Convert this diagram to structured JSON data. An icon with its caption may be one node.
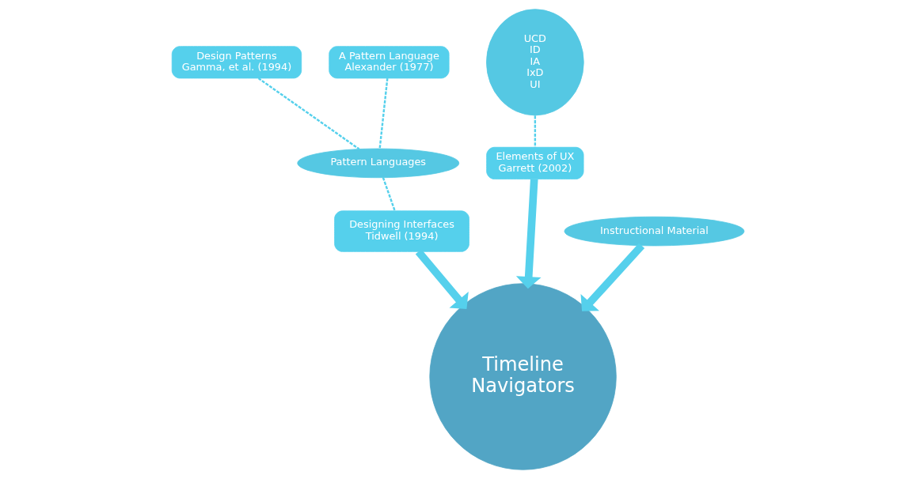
{
  "diagram": {
    "nodes": [
      {
        "text": [
          "Design Patterns",
          "Gamma, et al. (1994)"
        ]
      },
      {
        "text": [
          "A Pattern Language",
          "Alexander (1977)"
        ]
      },
      {
        "text": [
          "UCD",
          "ID",
          "IA",
          "IxD",
          "UI"
        ]
      },
      {
        "text": [
          "Pattern Languages"
        ]
      },
      {
        "text": [
          "Timeline Navigators"
        ]
      },
      {
        "text": [
          "Elements of UX",
          "Garrett (2002)"
        ]
      },
      {
        "text": [
          "Designing Interfaces",
          "Tidwell (1994)"
        ]
      },
      {
        "text": [
          "Instructional Material"
        ]
      }
    ],
    "edges": [
      {
        "from": 0,
        "to": 3,
        "arrow": "none",
        "style": "dashed"
      },
      {
        "from": 1,
        "to": 3,
        "arrow": "none",
        "style": "dashed"
      },
      {
        "from": 2,
        "to": 5,
        "arrow": "none",
        "style": "dashed"
      },
      {
        "from": 3,
        "to": 6,
        "arrow": "none",
        "style": "dashed"
      },
      {
        "from": 5,
        "to": 4,
        "arrow": "to",
        "style": "thick"
      },
      {
        "from": 6,
        "to": 4,
        "arrow": "to",
        "style": "thick"
      },
      {
        "from": 7,
        "to": 4,
        "arrow": "to",
        "style": "thick"
      }
    ]
  }
}
